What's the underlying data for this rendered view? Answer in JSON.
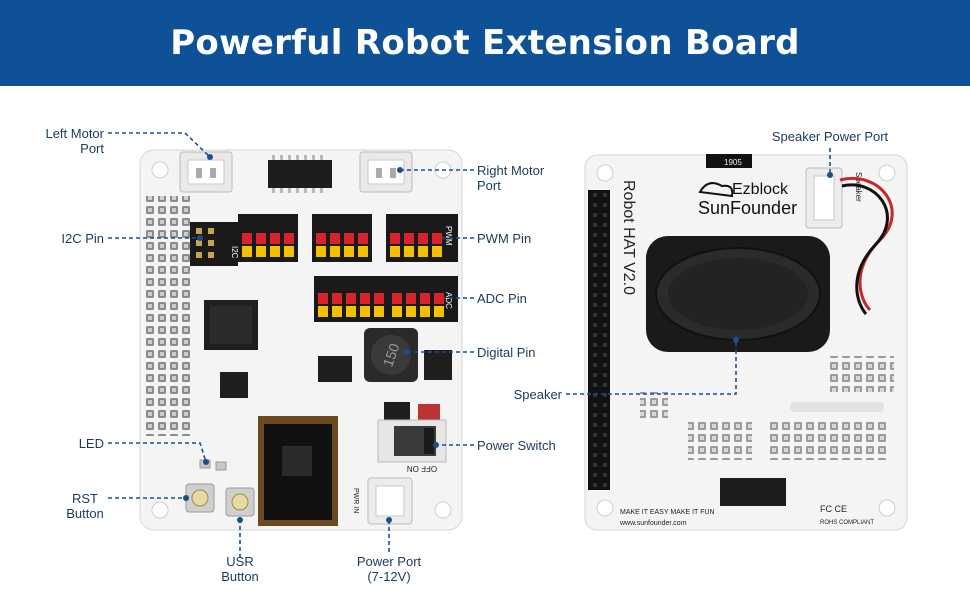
{
  "title": "Powerful Robot Extension Board",
  "colors": {
    "banner": "#0f5196",
    "callout": "#1b4f8a",
    "board": "#f4f4f4",
    "pin_red": "#d8232a",
    "pin_yellow": "#f2c200",
    "pin_black": "#1a1a1a"
  },
  "callouts": {
    "left_motor_port": [
      "Left Motor",
      "Port"
    ],
    "i2c_pin": "I2C Pin",
    "led": "LED",
    "rst_button": [
      "RST",
      "Button"
    ],
    "usr_button": [
      "USR",
      "Button"
    ],
    "power_port": [
      "Power Port",
      "(7-12V)"
    ],
    "right_motor_port": [
      "Right Motor",
      "Port"
    ],
    "pwm_pin": "PWM Pin",
    "adc_pin": "ADC Pin",
    "digital_pin": "Digital Pin",
    "power_switch": "Power Switch",
    "speaker_power_port": "Speaker Power Port",
    "speaker": "Speaker"
  },
  "board_silk": {
    "i2c": "I2C",
    "pwm": "PWM",
    "adc": "ADC",
    "off_on": "OFF ON",
    "pwr_in": "PWR IN",
    "brand_top": "Ezblock",
    "brand": "SunFounder",
    "model": "Robot HAT V2.0",
    "speaker": "Speaker",
    "slogan": "MAKE IT EASY  MAKE IT FUN",
    "website": "www.sunfounder.com",
    "fc_ce": "FC CE",
    "rohs": "ROHS COMPLIANT",
    "chip_id": "1905"
  }
}
